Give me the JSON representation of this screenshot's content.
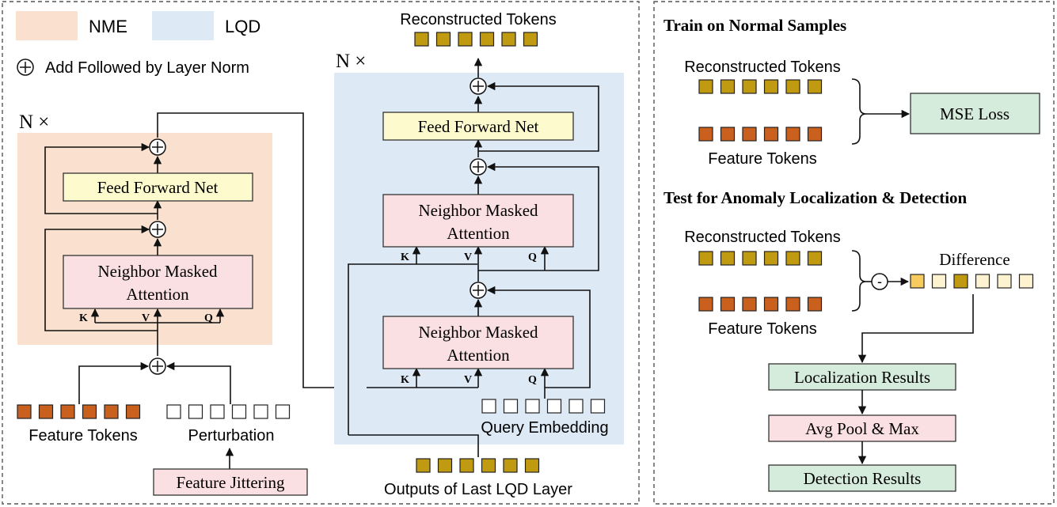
{
  "legend": {
    "nme": "NME",
    "lqd": "LQD",
    "add_norm": "Add Followed by Layer Norm"
  },
  "nme": {
    "repeat": "N ×",
    "ffn": "Feed Forward Net",
    "attn_line1": "Neighbor Masked",
    "attn_line2": "Attention",
    "k": "K",
    "v": "V",
    "q": "Q",
    "feature_tokens": "Feature Tokens",
    "perturbation": "Perturbation",
    "jitter": "Feature Jittering"
  },
  "lqd": {
    "repeat": "N ×",
    "reconstructed": "Reconstructed Tokens",
    "ffn": "Feed Forward Net",
    "attn_line1": "Neighbor Masked",
    "attn_line2": "Attention",
    "k": "K",
    "v": "V",
    "q": "Q",
    "query_embedding": "Query Embedding",
    "last_layer": "Outputs of Last LQD Layer"
  },
  "train": {
    "title": "Train on Normal Samples",
    "reconstructed": "Reconstructed Tokens",
    "feature": "Feature Tokens",
    "loss": "MSE Loss"
  },
  "test": {
    "title": "Test for Anomaly Localization & Detection",
    "reconstructed": "Reconstructed Tokens",
    "feature": "Feature Tokens",
    "minus": "-",
    "difference": "Difference",
    "localization": "Localization Results",
    "pool": "Avg Pool & Max",
    "detection": "Detection Results"
  },
  "colors": {
    "nme_bg": "#f9e0cf",
    "lqd_bg": "#dde9f5",
    "ffn": "#fdfbcd",
    "attn": "#fbe0e3",
    "jitter": "#fbe0e3",
    "mse": "#d5ebdb",
    "result": "#d5ebdb",
    "pool": "#fbe0e3",
    "token_gold": "#c09a11",
    "token_rust": "#c9601e",
    "token_empty": "#ffffff",
    "diff_strong": "#f7cc5c",
    "diff_pale": "#fdf3d0",
    "diff_gold": "#c09a11"
  },
  "token_patterns": {
    "reconstructed": [
      "gold",
      "gold",
      "gold",
      "gold",
      "gold",
      "gold"
    ],
    "feature": [
      "rust",
      "rust",
      "rust",
      "rust",
      "rust",
      "rust"
    ],
    "perturbation": [
      "empty",
      "empty",
      "empty",
      "empty",
      "empty",
      "empty"
    ],
    "query": [
      "empty",
      "empty",
      "empty",
      "empty",
      "empty",
      "empty"
    ],
    "last": [
      "gold",
      "gold",
      "gold",
      "gold",
      "gold",
      "gold"
    ],
    "difference": [
      "strong",
      "pale",
      "gold",
      "pale",
      "pale",
      "pale"
    ]
  }
}
